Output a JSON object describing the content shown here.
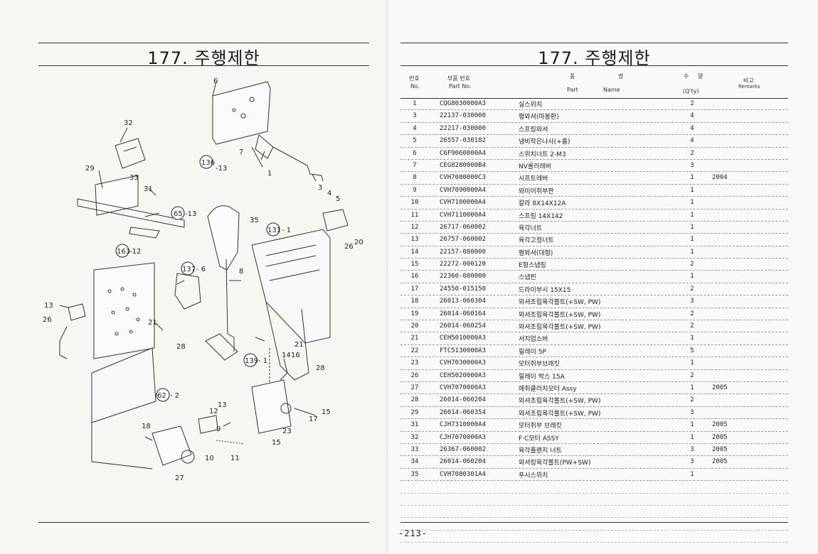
{
  "left_title": "177. 주행제한",
  "right_title": "177. 주행제한",
  "header": {
    "no_kr": "번호",
    "no_en": "No.",
    "part_kr": "부품 번호",
    "part_en": "Part No.",
    "name_kr_1": "품",
    "name_kr_2": "명",
    "part_label": "Part",
    "name_label": "Name",
    "qty_kr_1": "수",
    "qty_kr_2": "량",
    "qty_en": "(Q'ty)",
    "remarks_kr": "비고",
    "remarks_en": "Remarks"
  },
  "parts": [
    {
      "no": "1",
      "part": "CQG8030000A3",
      "name": "실스위치",
      "qty": "2",
      "remarks": ""
    },
    {
      "no": "3",
      "part": "22137-030000",
      "name": "평와셔(마봉환)",
      "qty": "4",
      "remarks": ""
    },
    {
      "no": "4",
      "part": "22217-030000",
      "name": "스프링와셔",
      "qty": "4",
      "remarks": ""
    },
    {
      "no": "5",
      "part": "26557-030182",
      "name": "냄비작은나사(+홈)",
      "qty": "4",
      "remarks": ""
    },
    {
      "no": "6",
      "part": "C6F9060000A4",
      "name": "스위치너트 2-M3",
      "qty": "2",
      "remarks": ""
    },
    {
      "no": "7",
      "part": "CEG8280000B4",
      "name": "NV롤러레버",
      "qty": "3",
      "remarks": ""
    },
    {
      "no": "8",
      "part": "CVH7080000C3",
      "name": "시프트레버",
      "qty": "1",
      "remarks": "2004"
    },
    {
      "no": "9",
      "part": "CVH7090000A4",
      "name": "와이어취부판",
      "qty": "1",
      "remarks": ""
    },
    {
      "no": "10",
      "part": "CVH7100000A4",
      "name": "칼라 8X14X12A",
      "qty": "1",
      "remarks": ""
    },
    {
      "no": "11",
      "part": "CVH7110000A4",
      "name": "스프링 14X142",
      "qty": "1",
      "remarks": ""
    },
    {
      "no": "12",
      "part": "26717-060002",
      "name": "육각너트",
      "qty": "1",
      "remarks": ""
    },
    {
      "no": "13",
      "part": "26757-060002",
      "name": "육각고정너트",
      "qty": "1",
      "remarks": ""
    },
    {
      "no": "14",
      "part": "22157-080000",
      "name": "평와셔(대형)",
      "qty": "1",
      "remarks": ""
    },
    {
      "no": "15",
      "part": "22272-000120",
      "name": "E형스냅링",
      "qty": "2",
      "remarks": ""
    },
    {
      "no": "16",
      "part": "22360-080000",
      "name": "스냅핀",
      "qty": "1",
      "remarks": ""
    },
    {
      "no": "17",
      "part": "24550-015150",
      "name": "드라이부시 15X15",
      "qty": "2",
      "remarks": ""
    },
    {
      "no": "18",
      "part": "26013-060304",
      "name": "와셔조립육각볼트(+SW, PW)",
      "qty": "3",
      "remarks": ""
    },
    {
      "no": "19",
      "part": "26014-060164",
      "name": "와셔조립육각볼트(+SW, PW)",
      "qty": "2",
      "remarks": ""
    },
    {
      "no": "20",
      "part": "26014-060254",
      "name": "와셔조립육각볼트(+SW, PW)",
      "qty": "2",
      "remarks": ""
    },
    {
      "no": "21",
      "part": "CEH5010000A3",
      "name": "서지업소버",
      "qty": "1",
      "remarks": ""
    },
    {
      "no": "22",
      "part": "FTC5130000A3",
      "name": "릴레이 5P",
      "qty": "5",
      "remarks": ""
    },
    {
      "no": "23",
      "part": "CVH7030000A3",
      "name": "모터취부브래킷",
      "qty": "1",
      "remarks": ""
    },
    {
      "no": "26",
      "part": "CEH5020000A3",
      "name": "릴레이 박스 15A",
      "qty": "2",
      "remarks": ""
    },
    {
      "no": "27",
      "part": "CVH7070000A3",
      "name": "에취클러치모터 Assy",
      "qty": "1",
      "remarks": "2005"
    },
    {
      "no": "28",
      "part": "26014-060204",
      "name": "와셔조립육각볼트(+SW, PW)",
      "qty": "2",
      "remarks": ""
    },
    {
      "no": "29",
      "part": "26014-060354",
      "name": "와셔조립육각볼트(+SW, PW)",
      "qty": "3",
      "remarks": ""
    },
    {
      "no": "31",
      "part": "CJH7310000A4",
      "name": "모터취부 브래킷",
      "qty": "1",
      "remarks": "2005"
    },
    {
      "no": "32",
      "part": "CJH7070000A3",
      "name": "F·C모터 ASSY",
      "qty": "1",
      "remarks": "2005"
    },
    {
      "no": "33",
      "part": "26367-060002",
      "name": "육각플랜지 너트",
      "qty": "3",
      "remarks": "2005"
    },
    {
      "no": "34",
      "part": "26014-060204",
      "name": "와셔링육각볼트(PW+SW)",
      "qty": "3",
      "remarks": "2005"
    },
    {
      "no": "35",
      "part": "CVH7080301A4",
      "name": "푸시스위치",
      "qty": "1",
      "remarks": ""
    }
  ],
  "diagram_callouts": {
    "c6": "6",
    "c32": "32",
    "c29": "29",
    "c33": "33",
    "c31": "31",
    "c136": "136",
    "c136_suffix": "-13",
    "c7": "7",
    "c1": "1",
    "c3": "3",
    "c4": "4",
    "c5": "5",
    "c65": "65",
    "c65_suffix": "-13",
    "c35": "35",
    "c131": "131",
    "c131_suffix": "- 1",
    "c26a": "26",
    "c20": "20",
    "c163": "163",
    "c163_suffix": "-12",
    "c137": "137",
    "c137_suffix": "- 6",
    "c8": "8",
    "c13": "13",
    "c26b": "26",
    "c21a": "21",
    "c28a": "28",
    "c139": "139",
    "c139_suffix": "- 1",
    "c14": "14",
    "c16": "16",
    "c21b": "21",
    "c28b": "28",
    "c62": "62",
    "c62_suffix": "- 2",
    "c12": "12",
    "c13b": "13",
    "c9": "9",
    "c18": "18",
    "c17": "17",
    "c15a": "15",
    "c23": "23",
    "c15b": "15",
    "c10": "10",
    "c11": "11",
    "c27": "27"
  },
  "page_number": "-213-"
}
